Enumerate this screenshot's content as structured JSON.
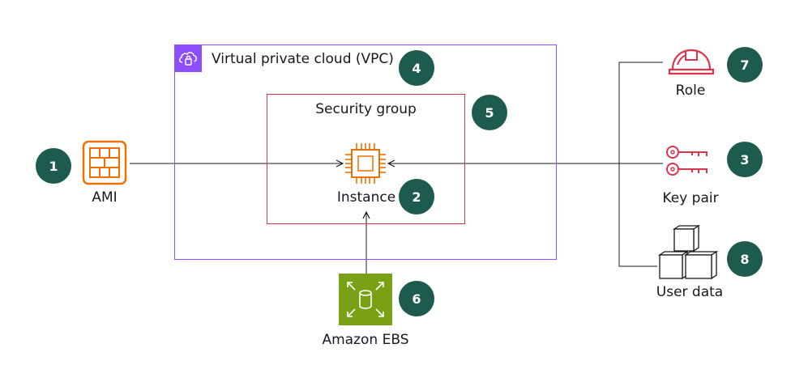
{
  "diagram": {
    "vpc": {
      "label": "Virtual private cloud (VPC)",
      "badge": "4",
      "color": "#8c4fff"
    },
    "security_group": {
      "label": "Security group",
      "badge": "5",
      "color": "#dd344c"
    },
    "instance": {
      "label": "Instance",
      "badge": "2",
      "color": "#ed7100"
    },
    "ami": {
      "label": "AMI",
      "badge": "1",
      "color": "#ed7100"
    },
    "ebs": {
      "label": "Amazon EBS",
      "badge": "6",
      "color": "#7aa116"
    },
    "role": {
      "label": "Role",
      "badge": "7",
      "color": "#dd344c"
    },
    "key_pair": {
      "label": "Key pair",
      "badge": "3",
      "color": "#dd344c"
    },
    "user_data": {
      "label": "User data",
      "badge": "8"
    },
    "badge_color": "#1e5b4f"
  }
}
